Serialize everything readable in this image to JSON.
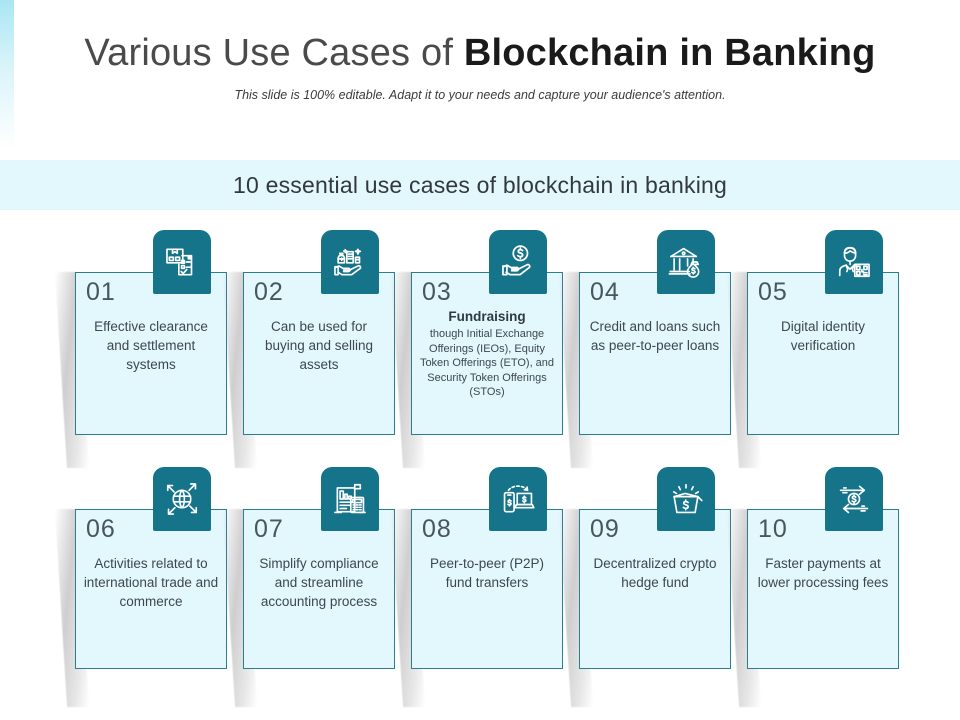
{
  "header": {
    "title_regular": "Various Use Cases of ",
    "title_bold": "Blockchain in Banking",
    "subtitle": "This slide is 100% editable. Adapt it to your needs and capture your audience's attention."
  },
  "banner": {
    "text": "10 essential use cases of blockchain in banking"
  },
  "theme": {
    "badge_color": "#15738a",
    "card_fill": "#e2f8fd",
    "card_border": "#2d7d8c",
    "banner_fill": "#e2f8fd",
    "number_color": "#48565e",
    "body_color": "#3d474e"
  },
  "cards": [
    {
      "number": "01",
      "icon": "clipboard-checklist-icon",
      "headline": "",
      "body": "Effective clearance and settlement systems",
      "small": false
    },
    {
      "number": "02",
      "icon": "hand-holding-money-buildings-icon",
      "headline": "",
      "body": "Can be used for buying and selling assets",
      "small": false
    },
    {
      "number": "03",
      "icon": "hand-holding-dollar-coin-icon",
      "headline": "Fundraising",
      "body": "though Initial Exchange Offerings (IEOs), Equity Token Offerings (ETO), and Security Token Offerings (STOs)",
      "small": true
    },
    {
      "number": "04",
      "icon": "bank-money-bag-icon",
      "headline": "",
      "body": "Credit and loans such as peer-to-peer loans",
      "small": false
    },
    {
      "number": "05",
      "icon": "person-qr-code-icon",
      "headline": "",
      "body": "Digital identity verification",
      "small": false
    },
    {
      "number": "06",
      "icon": "globe-arrows-icon",
      "headline": "",
      "body": "Activities related to international trade and commerce",
      "small": false
    },
    {
      "number": "07",
      "icon": "document-calculator-icon",
      "headline": "",
      "body": "Simplify compliance and streamline accounting process",
      "small": false
    },
    {
      "number": "08",
      "icon": "phone-laptop-transfer-icon",
      "headline": "",
      "body": "Peer-to-peer (P2P) fund transfers",
      "small": false
    },
    {
      "number": "09",
      "icon": "bucket-dollar-icon",
      "headline": "",
      "body": "Decentralized crypto hedge fund",
      "small": false
    },
    {
      "number": "10",
      "icon": "arrows-exchange-dollar-icon",
      "headline": "",
      "body": "Faster payments at lower processing fees",
      "small": false
    }
  ]
}
